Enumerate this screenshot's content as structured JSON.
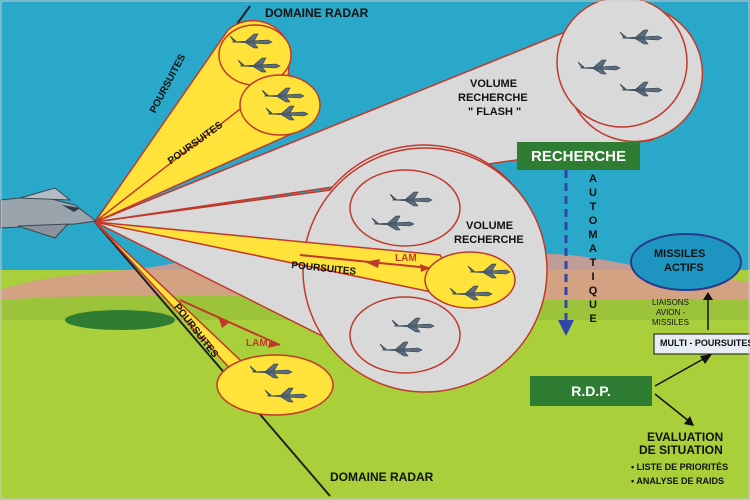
{
  "diagram": {
    "radar_domain_top": "DOMAINE RADAR",
    "radar_domain_bottom": "DOMAINE RADAR",
    "tracks_1": "POURSUITES",
    "tracks_2": "POURSUITES",
    "tracks_3": "POURSUITES",
    "tracks_4": "POURSUITES",
    "flash_volume": [
      "VOLUME",
      "RECHERCHE",
      "\" FLASH \""
    ],
    "search_volume": [
      "VOLUME",
      "RECHERCHE"
    ],
    "lam_1": "LAM",
    "lam_2": "LAM",
    "search_box": "RECHERCHE",
    "automatic": [
      "A",
      "U",
      "T",
      "O",
      "M",
      "A",
      "T",
      "I",
      "Q",
      "U",
      "E"
    ],
    "rdp_box": "R.D.P.",
    "active_missiles": [
      "MISSILES",
      "ACTIFS"
    ],
    "aircraft_missile_links": [
      "LIAISONS",
      "AVION -",
      "MISSILES"
    ],
    "multi_tracking": "MULTI - POURSUITES",
    "situation_assessment": [
      "EVALUATION",
      "DE SITUATION"
    ],
    "bullet_1": "• LISTE DE PRIORITÉS",
    "bullet_2": "• ANALYSE DE RAIDS"
  },
  "colors": {
    "sky": "#2aa8c9",
    "ground": "#a9cf3a",
    "hill": "#d99a8f",
    "beam_yellow": "#ffe23a",
    "beam_grey": "#d9d9d9",
    "beam_edge": "#c0392b",
    "green_box": "#2e7d32",
    "dashed_arrow": "#3344aa"
  }
}
